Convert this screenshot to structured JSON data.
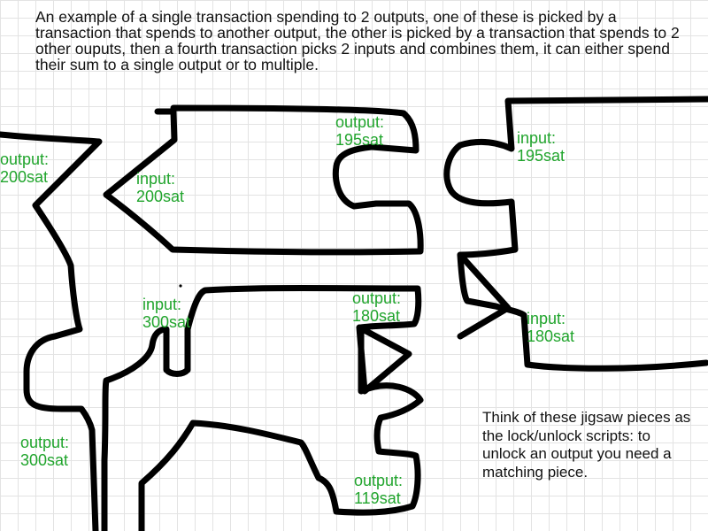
{
  "intro_text": "An example of a single transaction spending to 2 outputs, one of these is picked by a  transaction that spends to another output, the other is picked by a transaction that spends to 2 other ouputs, then a fourth transaction picks 2 inputs and combines them, it can either spend their sum to a single output or to multiple.",
  "labels": {
    "output_200": [
      "output:",
      "200sat"
    ],
    "input_200": [
      "input:",
      "200sat"
    ],
    "output_195": [
      "output:",
      "195sat"
    ],
    "input_195": [
      "input:",
      "195sat"
    ],
    "input_300": [
      "input:",
      "300sat"
    ],
    "output_180": [
      "output:",
      "180sat"
    ],
    "input_180": [
      "input:",
      "180sat"
    ],
    "output_300": [
      "output:",
      "300sat"
    ],
    "output_119": [
      "output:",
      "119sat"
    ]
  },
  "note_text": "Think of these jigsaw pieces as the lock/unlock scripts: to unlock an output you need a matching piece.",
  "colors": {
    "label": "#21a52d",
    "ink": "#000000",
    "grid": "#e3e3e3"
  }
}
